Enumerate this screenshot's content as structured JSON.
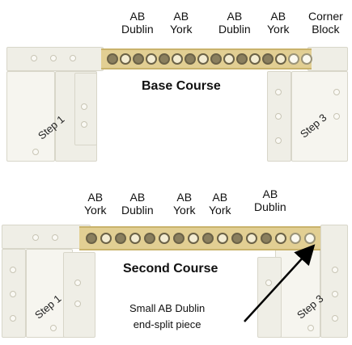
{
  "base_course": {
    "title": "Base Course",
    "labels": [
      {
        "line1": "AB",
        "line2": "Dublin"
      },
      {
        "line1": "AB",
        "line2": "York"
      },
      {
        "line1": "AB",
        "line2": "Dublin"
      },
      {
        "line1": "AB",
        "line2": "York"
      },
      {
        "line1": "Corner",
        "line2": "Block"
      }
    ],
    "step_left": "Step 1",
    "step_right": "Step 3"
  },
  "second_course": {
    "title": "Second Course",
    "labels": [
      {
        "line1": "AB",
        "line2": "York"
      },
      {
        "line1": "AB",
        "line2": "Dublin"
      },
      {
        "line1": "AB",
        "line2": "York"
      },
      {
        "line1": "AB",
        "line2": "York"
      },
      {
        "line1": "AB",
        "line2": "Dublin"
      }
    ],
    "step_left": "Step 1",
    "step_right": "Step 3",
    "callout": {
      "line1": "Small AB Dublin",
      "line2": "end-split piece"
    }
  },
  "colors": {
    "strip": "#e2cf93",
    "block": "#efeee6",
    "arrow": "#000000"
  }
}
